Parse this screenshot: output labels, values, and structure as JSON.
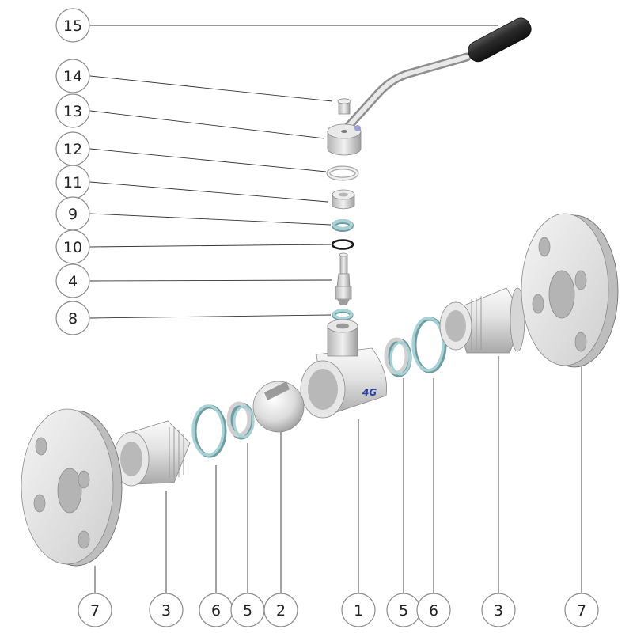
{
  "parts": {
    "handle": "15",
    "screw": "14",
    "handle_hub": "13",
    "ring_12": "12",
    "gland_11": "11",
    "seal_9": "9",
    "oring_10": "10",
    "stem": "4",
    "washer_8": "8",
    "flange_left": "7",
    "end_left": "3",
    "gasket_left": "6",
    "seat_left": "5",
    "ball": "2",
    "body": "1",
    "seat_right": "5",
    "gasket_right": "6",
    "end_right": "3",
    "flange_right": "7"
  },
  "logo_text": "4G",
  "colors": {
    "metal_light": "#f2f2f2",
    "metal_mid": "#c8c8c8",
    "metal_dark": "#9a9a9a",
    "seal_teal": "#a7d3d6",
    "oring_black": "#1a1a1a",
    "grip_black": "#2b2b2b",
    "logo_blue": "#2a3fa8"
  }
}
